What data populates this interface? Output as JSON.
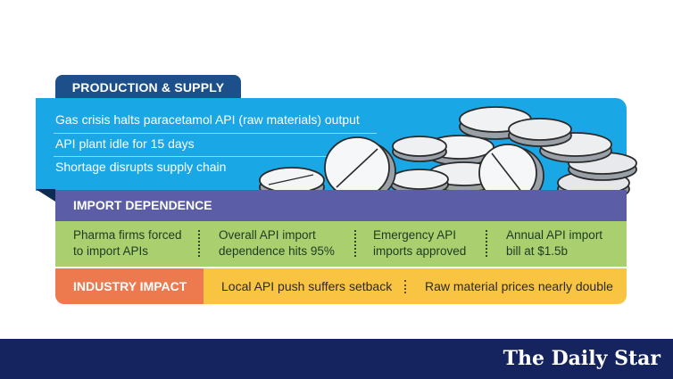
{
  "production": {
    "heading": "PRODUCTION & SUPPLY",
    "points": [
      "Gas crisis halts paracetamol API (raw materials) output",
      "API plant idle for 15 days",
      "Shortage disrupts supply chain"
    ]
  },
  "import": {
    "heading": "IMPORT DEPENDENCE",
    "points": [
      [
        "Pharma firms forced",
        "to import APIs"
      ],
      [
        "Overall API import",
        "dependence hits 95%"
      ],
      [
        "Emergency API",
        "imports approved"
      ],
      [
        "Annual API import",
        "bill at $1.5b"
      ]
    ]
  },
  "impact": {
    "heading": "INDUSTRY IMPACT",
    "points": [
      "Local API push suffers setback",
      "Raw material prices nearly double"
    ]
  },
  "footer": {
    "brand": "The Daily Star"
  },
  "colors": {
    "tab": "#1d4f8a",
    "blue": "#1aa7e6",
    "purple": "#5b5ea6",
    "green": "#a9cf6e",
    "orange": "#ec7a4e",
    "yellow": "#f8c441",
    "footer": "#15245e"
  }
}
